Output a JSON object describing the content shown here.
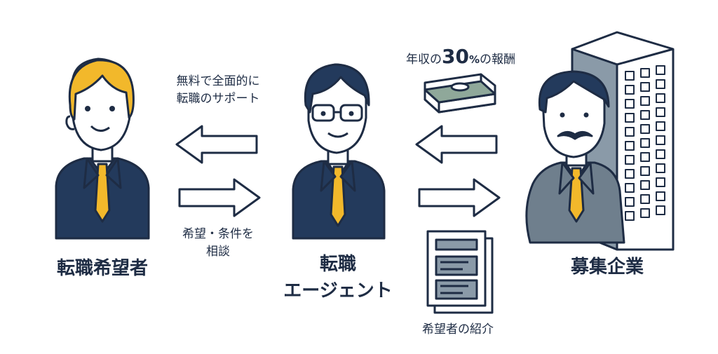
{
  "actors": {
    "seeker": "転職希望者",
    "agent_line1": "転職",
    "agent_line2": "エージェント",
    "company": "募集企業"
  },
  "flows": {
    "support_line1": "無料で全面的に",
    "support_line2": "転職のサポート",
    "consult_line1": "希望・条件を",
    "consult_line2": "相談",
    "fee_prefix": "年収の",
    "fee_number": "30",
    "fee_percent": "%",
    "fee_suffix": "の報酬",
    "introduce": "希望者の紹介"
  },
  "colors": {
    "navy": "#233a5c",
    "yellow": "#f2b82b",
    "gray_suit": "#6f7f8d",
    "outline": "#1e2c44"
  }
}
